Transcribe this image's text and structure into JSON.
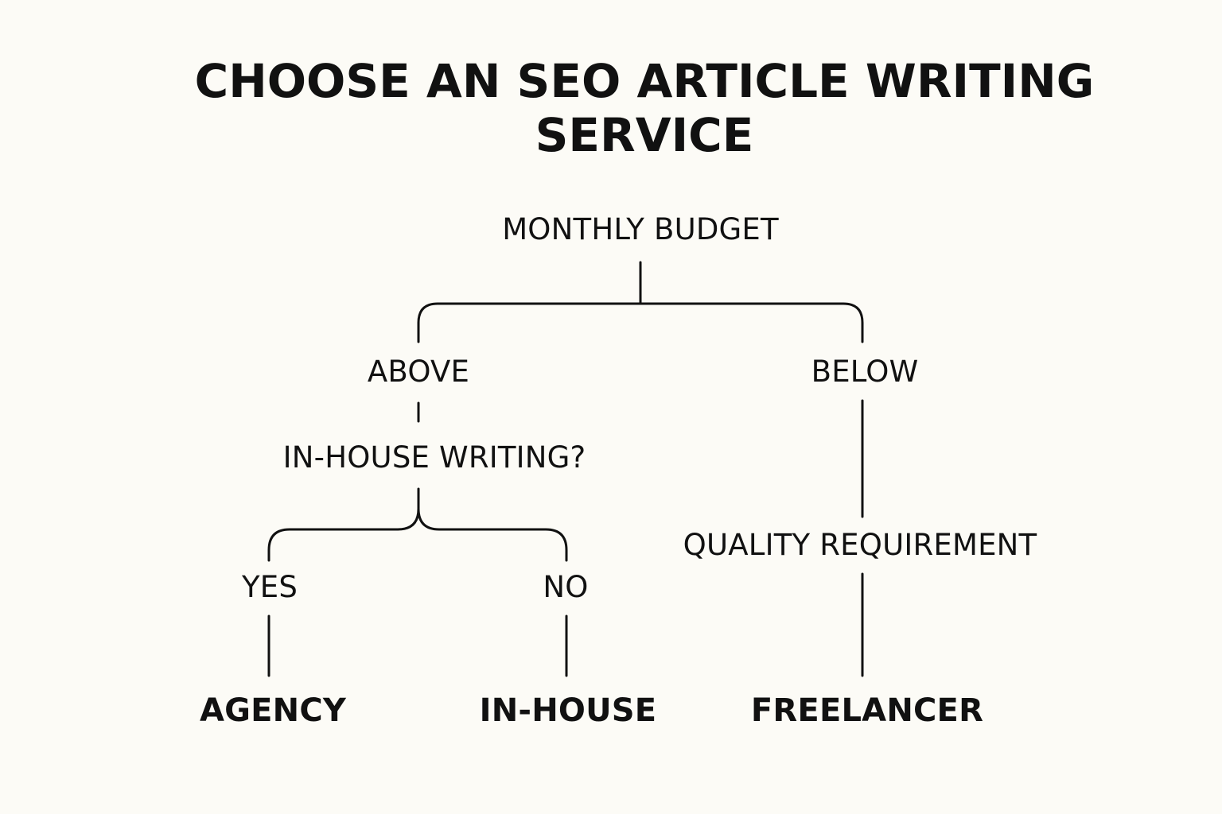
{
  "title": {
    "line1": "CHOOSE AN SEO ARTICLE WRITING",
    "line2": "SERVICE"
  },
  "nodes": {
    "root": "MONTHLY BUDGET",
    "above": "ABOVE",
    "below": "BELOW",
    "in_house_question": "IN-HOUSE WRITING?",
    "yes": "YES",
    "no": "NO",
    "quality": "QUALITY REQUIREMENT",
    "agency": "AGENCY",
    "in_house": "IN-HOUSE",
    "freelancer": "FREELANCER"
  },
  "colors": {
    "background": "#fcfbf6",
    "ink": "#111111"
  }
}
